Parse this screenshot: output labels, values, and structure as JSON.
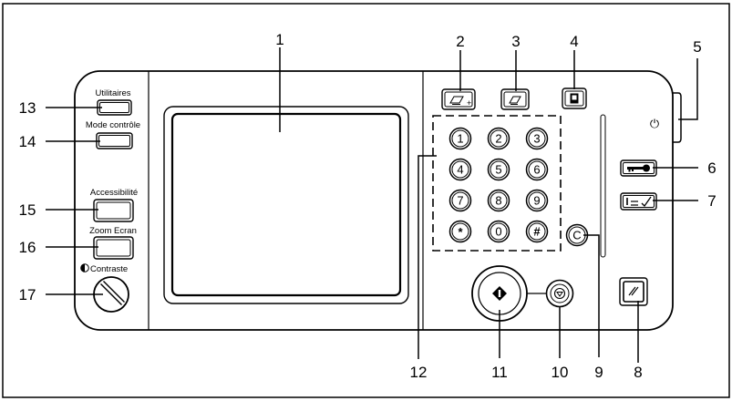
{
  "panel": {
    "left_buttons": [
      {
        "label": "Utilitaires"
      },
      {
        "label": "Mode contrôle"
      },
      {
        "label": "Accessibilité"
      },
      {
        "label": "Zoom Ecran"
      },
      {
        "label": "Contraste"
      }
    ],
    "keypad": [
      "1",
      "2",
      "3",
      "4",
      "5",
      "6",
      "7",
      "8",
      "9",
      "*",
      "0",
      "#"
    ],
    "clear_key": "C",
    "power_symbol": "⏻"
  },
  "callouts": [
    "1",
    "2",
    "3",
    "4",
    "5",
    "6",
    "7",
    "8",
    "9",
    "10",
    "11",
    "12",
    "13",
    "14",
    "15",
    "16",
    "17"
  ]
}
